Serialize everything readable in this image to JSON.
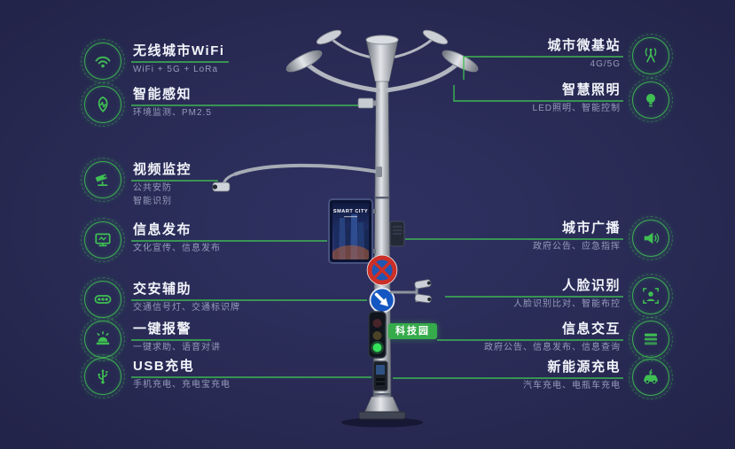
{
  "background": {
    "color": "#292b55"
  },
  "accent_color": "#3fbe53",
  "pole": {
    "screen_brand": "SMART CITY",
    "tech_park_badge": "科技园"
  },
  "left_features": [
    {
      "icon": "wifi-icon",
      "title": "无线城市WiFi",
      "subtitle": "WiFi + 5G + LoRa"
    },
    {
      "icon": "smart-sensing-icon",
      "title": "智能感知",
      "subtitle": "环境监测、PM2.5"
    },
    {
      "icon": "video-surveillance-icon",
      "title": "视频监控",
      "subtitle": "公共安防",
      "subtitle2": "智能识别"
    },
    {
      "icon": "info-display-icon",
      "title": "信息发布",
      "subtitle": "文化宣传、信息发布"
    },
    {
      "icon": "traffic-assist-icon",
      "title": "交安辅助",
      "subtitle": "交通信号灯、交通标识牌"
    },
    {
      "icon": "sos-alarm-icon",
      "title": "一键报警",
      "subtitle": "一键求助、语音对讲"
    },
    {
      "icon": "usb-charging-icon",
      "title": "USB充电",
      "subtitle": "手机充电、充电宝充电"
    }
  ],
  "right_features": [
    {
      "icon": "micro-basestation-icon",
      "title": "城市微基站",
      "subtitle": "4G/5G"
    },
    {
      "icon": "smart-lighting-icon",
      "title": "智慧照明",
      "subtitle": "LED照明、智能控制"
    },
    {
      "icon": "city-broadcast-icon",
      "title": "城市广播",
      "subtitle": "政府公告、应急指挥"
    },
    {
      "icon": "face-recognition-icon",
      "title": "人脸识别",
      "subtitle": "人脸识别比对、智能布控"
    },
    {
      "icon": "info-interaction-icon",
      "title": "信息交互",
      "subtitle": "政府公告、信息发布、信息查询"
    },
    {
      "icon": "ev-charging-icon",
      "title": "新能源充电",
      "subtitle": "汽车充电、电瓶车充电"
    }
  ]
}
